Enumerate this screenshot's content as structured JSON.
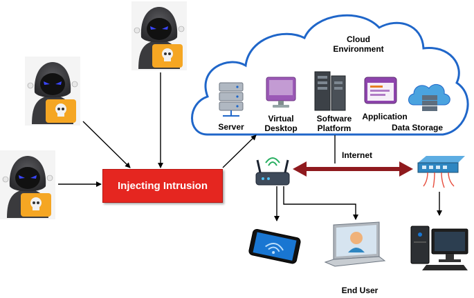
{
  "cloud": {
    "title_line1": "Cloud",
    "title_line2": "Environment",
    "services": [
      {
        "label_line1": "Server",
        "label_line2": "",
        "icon": "server-rack-icon"
      },
      {
        "label_line1": "Virtual",
        "label_line2": "Desktop",
        "icon": "monitor-icon"
      },
      {
        "label_line1": "Software",
        "label_line2": "Platform",
        "icon": "server-tower-icon"
      },
      {
        "label_line1": "Application",
        "label_line2": "",
        "icon": "application-window-icon"
      },
      {
        "label_line1": "Data Storage",
        "label_line2": "",
        "icon": "cloud-storage-icon"
      }
    ]
  },
  "attack": {
    "box_label": "Injecting Intrusion",
    "attackers": [
      {
        "icon": "hooded-hacker-icon"
      },
      {
        "icon": "hooded-hacker-icon"
      },
      {
        "icon": "hooded-hacker-icon"
      }
    ]
  },
  "network": {
    "internet_label": "Internet",
    "router_icon": "wifi-router-icon",
    "switch_icon": "network-switch-icon"
  },
  "end_devices": {
    "label": "End User",
    "devices": [
      {
        "icon": "smartphone-icon"
      },
      {
        "icon": "laptop-icon"
      },
      {
        "icon": "desktop-computer-icon"
      }
    ]
  },
  "colors": {
    "cloud_outline": "#1f66c9",
    "intrusion_box": "#e52620",
    "internet_arrow": "#8f1a1e",
    "hacker_eyes": "#3a46ff",
    "laptop_orange": "#f5a623"
  }
}
